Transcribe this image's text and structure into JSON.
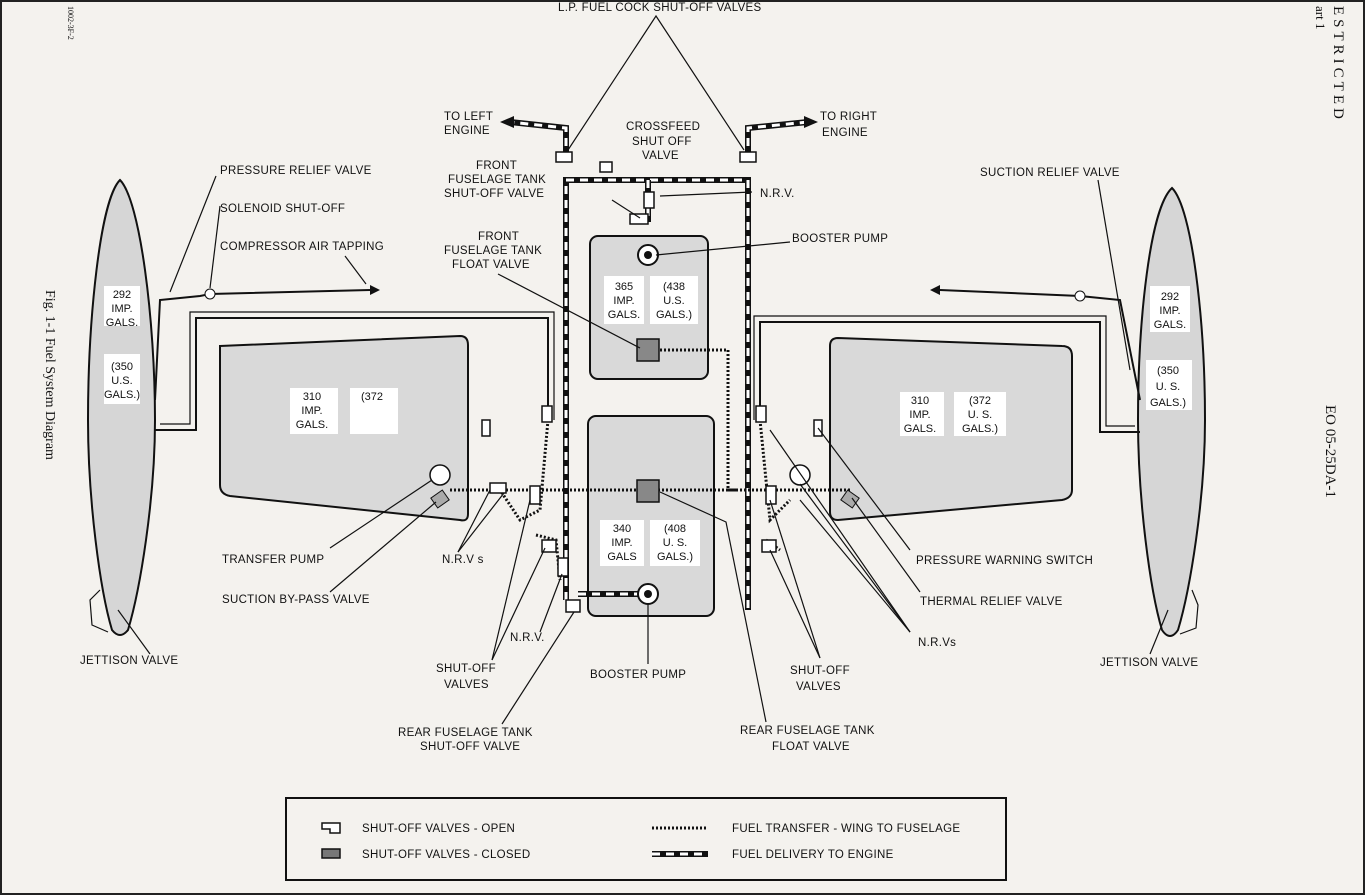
{
  "labels": {
    "lp_fuel_cock": "L.P. FUEL COCK SHUT-OFF VALVES",
    "to_left_1": "TO LEFT",
    "to_left_2": "ENGINE",
    "to_right_1": "TO RIGHT",
    "to_right_2": "ENGINE",
    "crossfeed_1": "CROSSFEED",
    "crossfeed_2": "SHUT OFF",
    "crossfeed_3": "VALVE",
    "front_sov_1": "FRONT",
    "front_sov_2": "FUSELAGE TANK",
    "front_sov_3": "SHUT-OFF VALVE",
    "nrv_top": "N.R.V.",
    "booster_top": "BOOSTER PUMP",
    "front_float_1": "FRONT",
    "front_float_2": "FUSELAGE TANK",
    "front_float_3": "FLOAT VALVE",
    "pressure_relief": "PRESSURE RELIEF VALVE",
    "solenoid": "SOLENOID SHUT-OFF",
    "compressor": "COMPRESSOR AIR TAPPING",
    "suction_relief": "SUCTION RELIEF VALVE",
    "transfer_pump": "TRANSFER PUMP",
    "suction_bypass": "SUCTION BY-PASS VALVE",
    "nrvs_left": "N.R.V s",
    "nrv_bottom": "N.R.V.",
    "shutoff_left_1": "SHUT-OFF",
    "shutoff_left_2": "VALVES",
    "booster_bottom": "BOOSTER PUMP",
    "shutoff_right_1": "SHUT-OFF",
    "shutoff_right_2": "VALVES",
    "jettison_left": "JETTISON VALVE",
    "jettison_right": "JETTISON VALVE",
    "pressure_warning": "PRESSURE WARNING SWITCH",
    "thermal_relief": "THERMAL RELIEF VALVE",
    "nrvs_right": "N.R.Vs",
    "rear_sov_1": "REAR FUSELAGE TANK",
    "rear_sov_2": "SHUT-OFF VALVE",
    "rear_float_1": "REAR FUSELAGE TANK",
    "rear_float_2": "FLOAT VALVE"
  },
  "tanks": {
    "left_drop": [
      "292",
      "IMP.",
      "GALS.",
      "(350",
      "U.S.",
      "GALS.)"
    ],
    "right_drop": [
      "292",
      "IMP.",
      "GALS.",
      "(350",
      "U. S.",
      "GALS.)"
    ],
    "left_wing": [
      "310",
      "IMP.",
      "GALS.",
      "(372"
    ],
    "right_wing": [
      "310",
      "IMP.",
      "GALS.",
      "(372",
      "U. S.",
      "GALS.)"
    ],
    "front_fuselage": [
      "365",
      "IMP.",
      "GALS.",
      "(438",
      "U.S.",
      "GALS.)"
    ],
    "rear_fuselage": [
      "340",
      "IMP.",
      "GALS",
      "(408",
      "U. S.",
      "GALS.)"
    ]
  },
  "legend": {
    "open": "SHUT-OFF VALVES - OPEN",
    "closed": "SHUT-OFF VALVES - CLOSED",
    "transfer": "FUEL TRANSFER - WING TO FUSELAGE",
    "delivery": "FUEL DELIVERY TO ENGINE"
  },
  "margin": {
    "caption": "Fig. 1-1 Fuel System Diagram",
    "doc_code": "EO 05-25DA-1",
    "restricted": "ESTRICTED",
    "part": "art 1",
    "corner": "1002-3F-2"
  }
}
